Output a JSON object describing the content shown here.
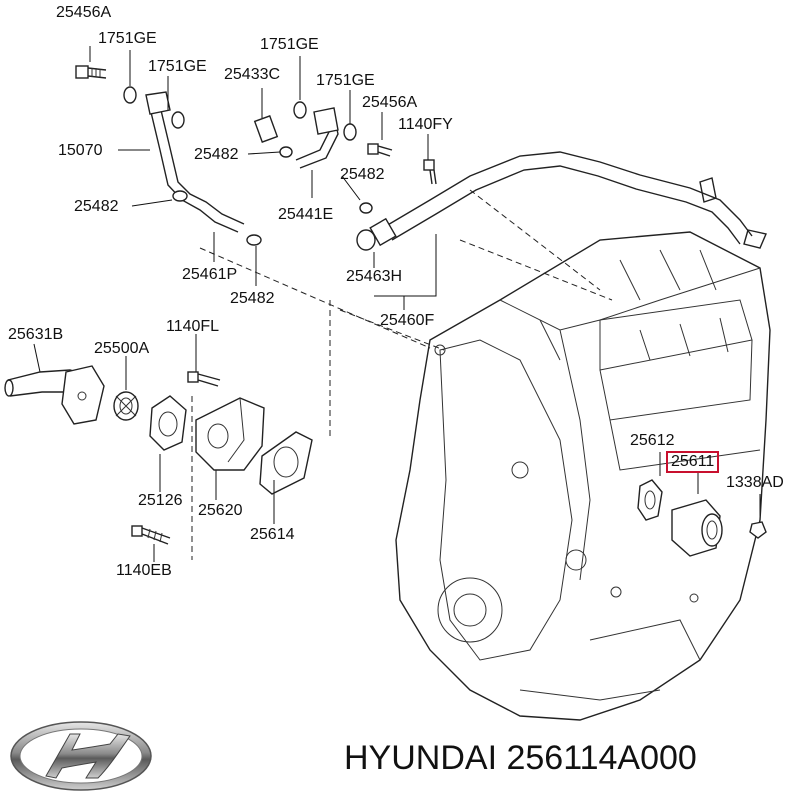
{
  "labels": {
    "l25456A_1": "25456A",
    "l1751GE_1": "1751GE",
    "l1751GE_2": "1751GE",
    "l1751GE_3": "1751GE",
    "l1751GE_4": "1751GE",
    "l25433C": "25433C",
    "l25456A_2": "25456A",
    "l1140FY": "1140FY",
    "l15070": "15070",
    "l25482_1": "25482",
    "l25482_2": "25482",
    "l25482_3": "25482",
    "l25482_4": "25482",
    "l25441E": "25441E",
    "l25461P": "25461P",
    "l25463H": "25463H",
    "l25460F": "25460F",
    "l25631B": "25631B",
    "l25500A": "25500A",
    "l1140FL": "1140FL",
    "l25126": "25126",
    "l25620": "25620",
    "l25614": "25614",
    "l1140EB": "1140EB",
    "l25612": "25612",
    "l25611": "25611",
    "l1338AD": "1338AD"
  },
  "caption": "HYUNDAI 256114A000",
  "icons": {
    "logo": "hyundai-logo"
  },
  "colors": {
    "highlight": "#c8102e",
    "line": "#222222"
  }
}
